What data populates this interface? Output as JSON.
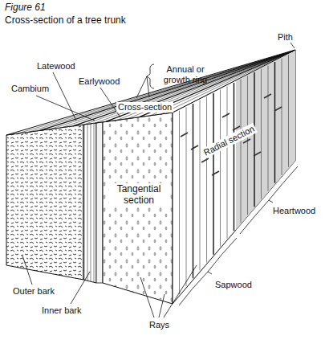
{
  "diagram": {
    "title": "Figure 61",
    "caption": "Cross-section of a tree trunk",
    "labels": [
      "Latewood",
      "Earlywood",
      "Cambium",
      "Annual or growth ring",
      "Pith",
      "Cross-section",
      "Radial section",
      "Tangential section",
      "Heartwood",
      "Sapwood",
      "Outer bark",
      "Inner bark",
      "Rays"
    ]
  }
}
